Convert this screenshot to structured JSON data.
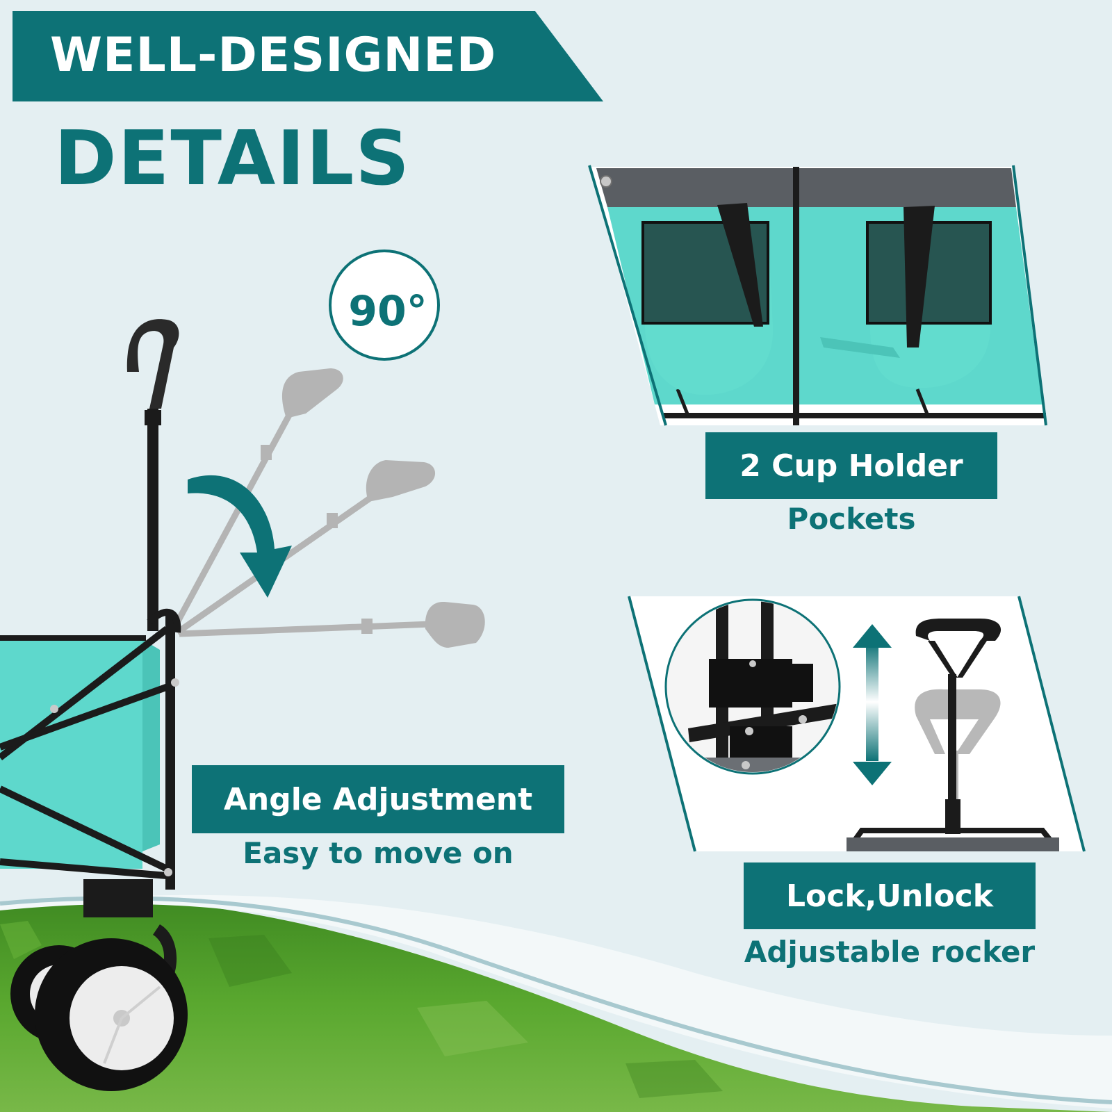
{
  "header": {
    "line1": "WELL-DESIGNED",
    "line2": "DETAILS"
  },
  "badge": {
    "text": "90°"
  },
  "features": {
    "cup_holder": {
      "title": "2 Cup Holder",
      "subtitle": "Pockets"
    },
    "angle": {
      "title": "Angle Adjustment",
      "subtitle": "Easy to move on"
    },
    "lock": {
      "title": "Lock,Unlock",
      "subtitle": "Adjustable rocker"
    }
  },
  "colors": {
    "teal": "#0d7276",
    "fabric": "#5ed8cc",
    "frame": "#1b1b1b",
    "grass": "#4f9a2a",
    "background": "#e4eff2"
  },
  "icons": [
    "angle-arrow-icon",
    "up-down-arrow-icon"
  ]
}
